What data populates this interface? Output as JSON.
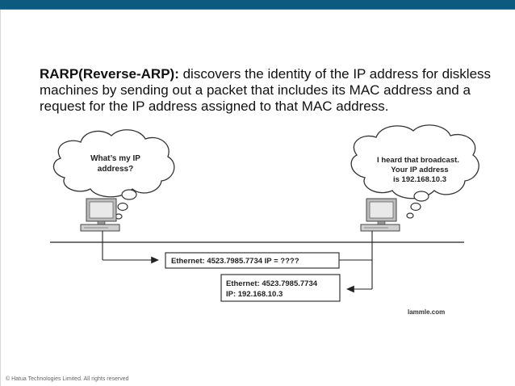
{
  "slide": {
    "term": "RARP(Reverse-ARP):",
    "description": " discovers the identity of the IP address  for diskless machines by sending out a packet that includes its MAC address and a request for the IP address assigned to that MAC address."
  },
  "diagram": {
    "left_bubble": [
      "What’s my IP",
      "address?"
    ],
    "right_bubble": [
      "I heard that broadcast.",
      "Your IP address",
      "is 192.168.10.3"
    ],
    "request_packet": "Ethernet: 4523.7985.7734 IP = ????",
    "reply_packet": [
      "Ethernet: 4523.7985.7734",
      "IP: 192.168.10.3"
    ],
    "credit": "lammle.com"
  },
  "footer": {
    "copyright": "© Hatua Technologies Limited. All rights reserved"
  },
  "colors": {
    "header": "#0d5a80",
    "line": "#222222"
  }
}
